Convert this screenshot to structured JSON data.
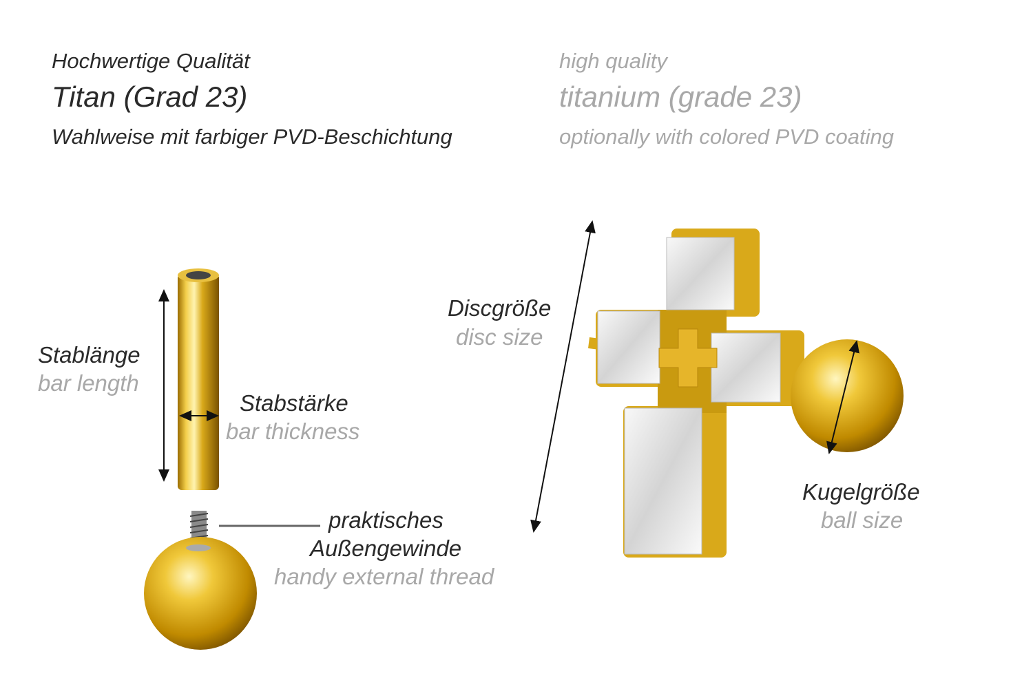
{
  "header": {
    "de": {
      "quality": "Hochwertige Qualität",
      "material": "Titan (Grad 23)",
      "coating": "Wahlweise mit farbiger PVD-Beschichtung"
    },
    "en": {
      "quality": "high quality",
      "material": "titanium (grade 23)",
      "coating": "optionally with colored PVD coating"
    }
  },
  "labels": {
    "bar_length": {
      "de": "Stablänge",
      "en": "bar length"
    },
    "bar_thickness": {
      "de": "Stabstärke",
      "en": "bar thickness"
    },
    "thread": {
      "de_line1": "praktisches",
      "de_line2": "Außengewinde",
      "en": "handy external thread"
    },
    "disc_size": {
      "de": "Discgröße",
      "en": "disc size"
    },
    "ball_size": {
      "de": "Kugelgröße",
      "en": "ball size"
    }
  },
  "colors": {
    "gold": "#d9a91a",
    "dark_text": "#2a2a2a",
    "light_text": "#a8a8a8"
  }
}
